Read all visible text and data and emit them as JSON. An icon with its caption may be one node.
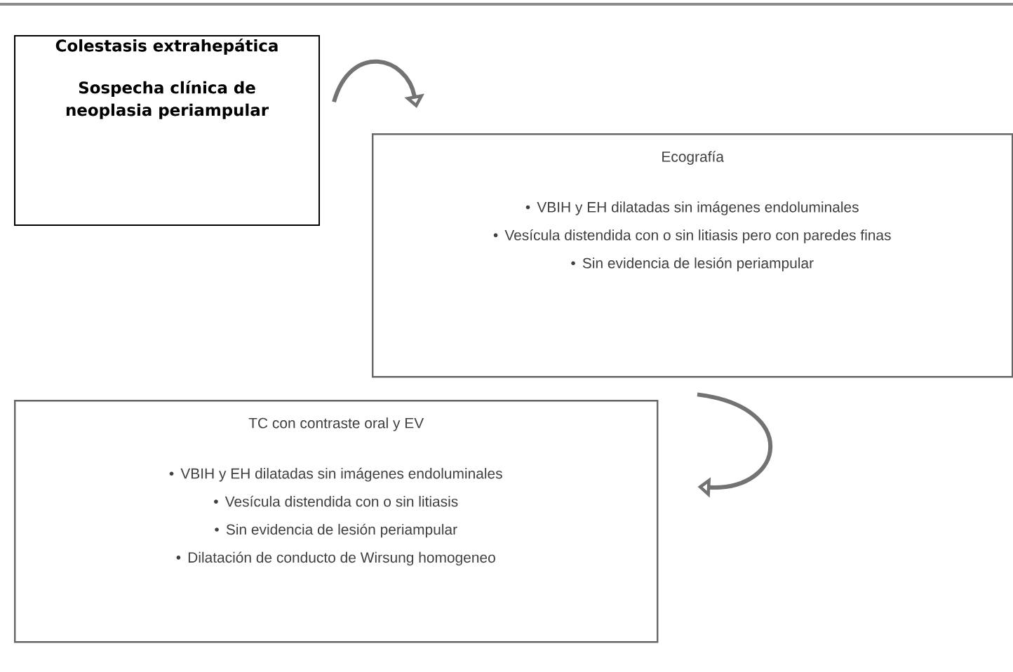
{
  "diagram": {
    "nodes": [
      {
        "text": [
          "Colestasis extrahepática",
          "Sospecha clínica de neoplasia periampular"
        ]
      },
      {
        "text": [
          "Ecografía",
          "VBIH y EH dilatadas sin imágenes endoluminales",
          "Vesícula distendida con o sin litiasis pero con paredes finas",
          "Sin evidencia de lesión periampular"
        ]
      },
      {
        "text": [
          "TC con contraste oral y EV",
          "VBIH y EH dilatadas sin imágenes endoluminales",
          "Vesícula distendida con o sin litiasis",
          "Sin evidencia de lesión periampular",
          "Dilatación de conducto de Wirsung homogeneo"
        ]
      }
    ],
    "edges": [
      {
        "from": 0,
        "to": 1,
        "arrow": "to"
      },
      {
        "from": 1,
        "to": 2,
        "arrow": "to"
      }
    ]
  }
}
